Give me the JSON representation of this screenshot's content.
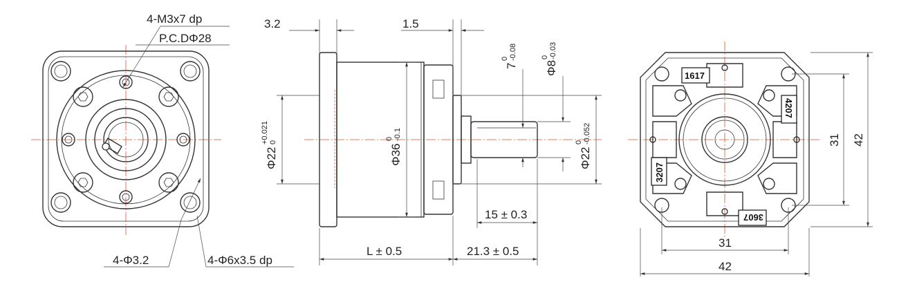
{
  "left_view": {
    "callout_m3": "4-M3x7 dp",
    "callout_pcd": "P.C.DΦ28",
    "callout_hole32": "4-Φ3.2",
    "callout_hole6": "4-Φ6x3.5 dp"
  },
  "side_view": {
    "dim_flange": "3.2",
    "dim_step": "1.5",
    "dim_phi22_main": "Φ22",
    "dim_phi22_upper": "+0.021",
    "dim_phi22_lower": "0",
    "dim_phi36_main": "Φ36",
    "dim_phi36_upper": "0",
    "dim_phi36_lower": "-0.1",
    "dim_key_main": "7",
    "dim_key_upper": "0",
    "dim_key_lower": "-0.08",
    "dim_shaft_main": "Φ8",
    "dim_shaft_upper": "0",
    "dim_shaft_lower": "-0.03",
    "dim_boss_main": "Φ22",
    "dim_boss_upper": "0",
    "dim_boss_lower": "-0.052",
    "dim_keylen": "15 ± 0.3",
    "dim_body": "L ± 0.5",
    "dim_shaftlen": "21.3 ± 0.5"
  },
  "right_view": {
    "stamp_top": "1617",
    "stamp_right": "4207",
    "stamp_left": "3207",
    "stamp_bottom": "3607",
    "dim_h31": "31",
    "dim_h42": "42",
    "dim_v31": "31",
    "dim_v42": "42"
  },
  "colors": {
    "line": "#333333",
    "centerline": "#e0522a"
  }
}
